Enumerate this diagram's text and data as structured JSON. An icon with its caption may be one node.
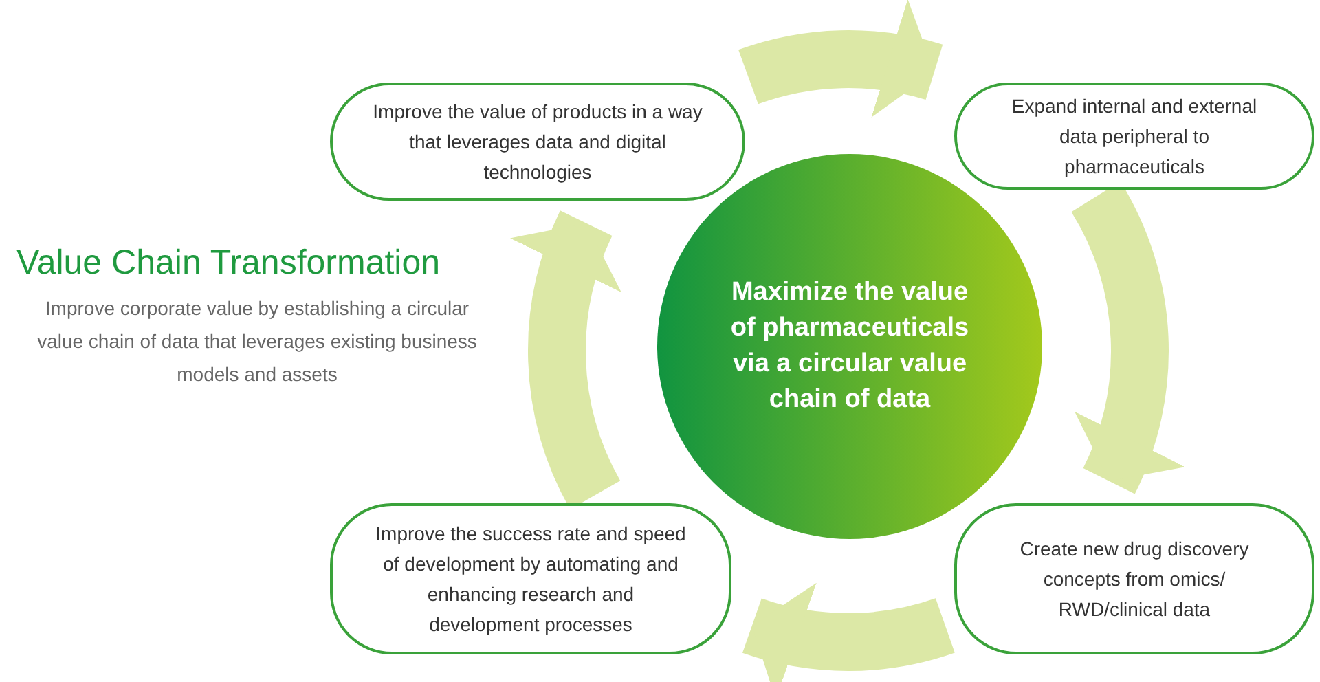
{
  "diagram": {
    "title": "Value Chain Transformation",
    "nodes": [
      {
        "text": [
          "Improve the value of products in a way that leverages data and digital technologies"
        ]
      },
      {
        "text": [
          "Expand internal and external data peripheral to pharmaceuticals"
        ]
      },
      {
        "text": [
          "Maximize the value of pharmaceuticals via a circular value chain of data"
        ]
      },
      {
        "text": [
          "Improve the success rate and speed of development by automating and enhancing research and development processes"
        ]
      },
      {
        "text": [
          "Create new drug discovery concepts from omics/ RWD/clinical data"
        ]
      }
    ],
    "edges": [
      {
        "from": 0,
        "to": 1,
        "arrow": "to"
      },
      {
        "from": 1,
        "to": 4,
        "arrow": "to"
      },
      {
        "from": 4,
        "to": 3,
        "arrow": "to"
      },
      {
        "from": 3,
        "to": 0,
        "arrow": "to"
      }
    ],
    "labels": [
      "Improve corporate value by establishing a circular value chain of data that leverages existing business models and assets"
    ]
  }
}
